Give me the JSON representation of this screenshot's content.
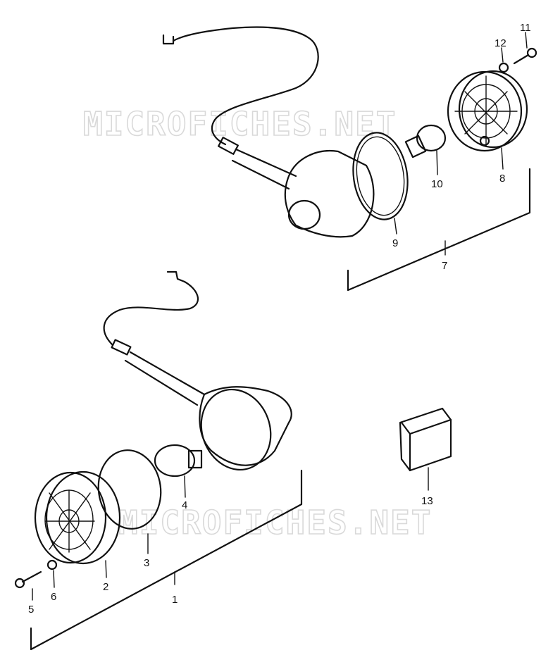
{
  "watermark": {
    "upper": "MICROFICHES.NET",
    "lower": "MICROFICHES.NET"
  },
  "callouts": {
    "n1": "1",
    "n2": "2",
    "n3": "3",
    "n4": "4",
    "n5": "5",
    "n6": "6",
    "n7": "7",
    "n8": "8",
    "n9": "9",
    "n10": "10",
    "n11": "11",
    "n12": "12",
    "n13": "13"
  }
}
